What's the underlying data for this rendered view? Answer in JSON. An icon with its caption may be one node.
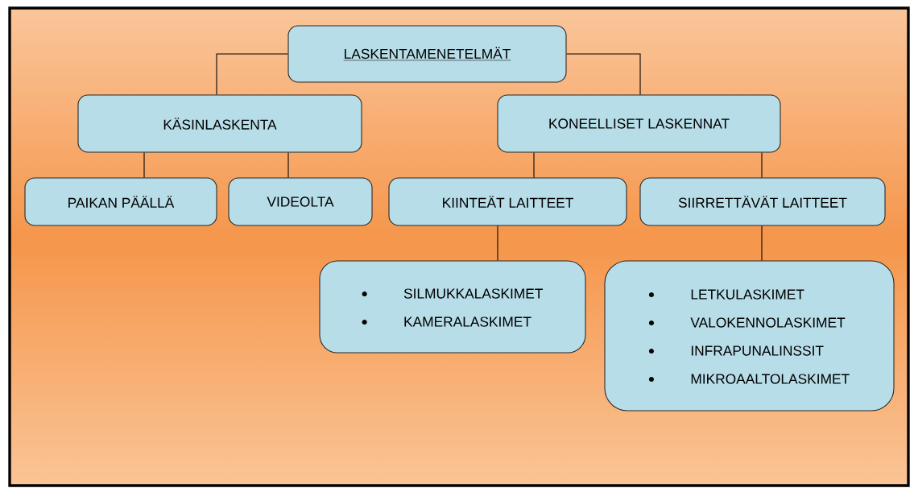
{
  "diagram": {
    "nodes": [
      {
        "text": [
          "LASKENTAMENETELMÄT"
        ]
      },
      {
        "text": [
          "KÄSINLASKENTA"
        ]
      },
      {
        "text": [
          "KONEELLISET LASKENNAT"
        ]
      },
      {
        "text": [
          "PAIKAN PÄÄLLÄ"
        ]
      },
      {
        "text": [
          "VIDEOLTA"
        ]
      },
      {
        "text": [
          "KIINTEÄT LAITTEET"
        ]
      },
      {
        "text": [
          "SIIRRETTÄVÄT LAITTEET"
        ]
      },
      {
        "text": [
          "SILMUKKALASKIMET",
          "KAMERALASKIMET"
        ]
      },
      {
        "text": [
          "LETKULASKIMET",
          "VALOKENNOLASKIMET",
          "INFRAPUNALINSSIT",
          "MIKROAALTOLASKIMET"
        ]
      }
    ],
    "edges": [
      {
        "from": 0,
        "to": 1,
        "arrow": "none"
      },
      {
        "from": 0,
        "to": 2,
        "arrow": "none"
      },
      {
        "from": 1,
        "to": 3,
        "arrow": "none"
      },
      {
        "from": 1,
        "to": 4,
        "arrow": "none"
      },
      {
        "from": 2,
        "to": 5,
        "arrow": "none"
      },
      {
        "from": 2,
        "to": 6,
        "arrow": "none"
      },
      {
        "from": 5,
        "to": 7,
        "arrow": "none"
      },
      {
        "from": 6,
        "to": 8,
        "arrow": "none"
      }
    ]
  }
}
